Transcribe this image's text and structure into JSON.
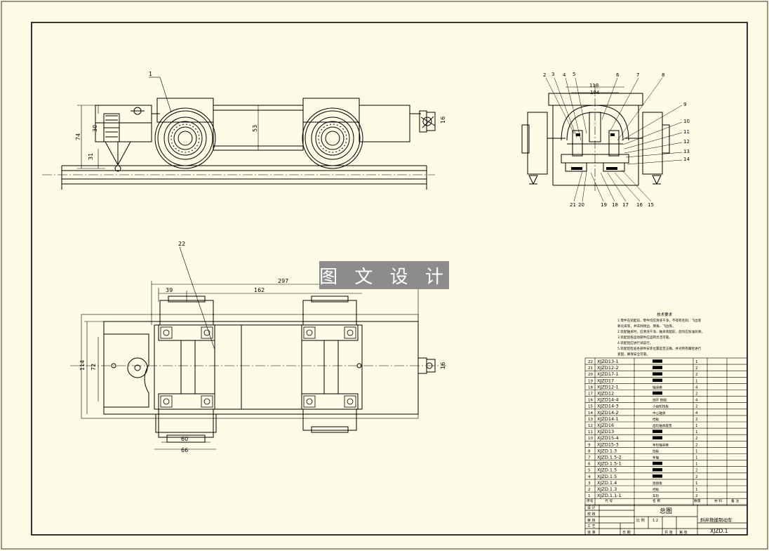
{
  "watermark": "图 文 设 计",
  "colors": {
    "background": "#fefbe6",
    "line": "#000000",
    "watermark_bg": "#8c8c8c"
  },
  "side_view": {
    "callout_1": "1",
    "dims": {
      "d74": "74",
      "d31": "31",
      "d30": "30",
      "d53": "53",
      "d16": "16"
    }
  },
  "end_view": {
    "callouts_top": [
      "2",
      "3",
      "4",
      "5",
      "6",
      "7",
      "8"
    ],
    "callouts_right": [
      "9",
      "10",
      "11",
      "12",
      "13",
      "14"
    ],
    "callouts_bottom": [
      "21",
      "20",
      "19",
      "18",
      "17",
      "16",
      "15"
    ],
    "dims": {
      "d118": "118",
      "d104": "104"
    }
  },
  "plan_view": {
    "callout_22": "22",
    "dims": {
      "d297": "297",
      "d162": "162",
      "d39": "39",
      "d114": "114",
      "d72": "72",
      "d60": "60",
      "d66": "66",
      "d16": "16"
    }
  },
  "notes": {
    "title": "技术要求",
    "lines": [
      "1.零件在装配前，零件均应清洗干净，不得有毛刺、飞边等",
      "   氧化皮等，并去除锐边、倒角、飞边等。",
      "2.装配轴承时，应清洗干净，轴承装配前、后均应加油润滑。",
      "3.装配后各运动部件应运转灵活可靠。",
      "4.装配后应进行试运行。",
      "5.装配后检查各部件安装位置是否正确，并对所有螺栓进行",
      "   紧固，确保安全可靠。"
    ]
  },
  "parts_list": {
    "rows": [
      {
        "no": "22",
        "code": "XJZD13-1",
        "name": "",
        "qty": "1"
      },
      {
        "no": "21",
        "code": "XJZD12-2",
        "name": "",
        "qty": "2"
      },
      {
        "no": "20",
        "code": "XJZD17-1",
        "name": "",
        "qty": "2"
      },
      {
        "no": "19",
        "code": "XJZD17",
        "name": "",
        "qty": "1"
      },
      {
        "no": "18",
        "code": "XJZD12-1",
        "name": "轴承座",
        "qty": "4"
      },
      {
        "no": "17",
        "code": "XJZD12",
        "name": "",
        "qty": "2"
      },
      {
        "no": "16",
        "code": "XJZD14-4",
        "name": "挡环 垫圈",
        "qty": "4"
      },
      {
        "no": "15",
        "code": "XJZD14-3",
        "name": "小齿轮挡板",
        "qty": "2"
      },
      {
        "no": "14",
        "code": "XJZD14-2",
        "name": "中心轴承",
        "qty": "4"
      },
      {
        "no": "13",
        "code": "XJZD14-1",
        "name": "挡板",
        "qty": "2"
      },
      {
        "no": "12",
        "code": "XJZD16",
        "name": "齿轮轴承座垫",
        "qty": "1"
      },
      {
        "no": "11",
        "code": "XJZD13",
        "name": "",
        "qty": "1"
      },
      {
        "no": "10",
        "code": "XJZD15-4",
        "name": "",
        "qty": "2"
      },
      {
        "no": "9",
        "code": "XJZD15-3",
        "name": "车轮轴承座",
        "qty": "2"
      },
      {
        "no": "8",
        "code": "XJZD.1.3",
        "name": "挡板",
        "qty": "1"
      },
      {
        "no": "7",
        "code": "XJZD.1.5-2",
        "name": "车轴",
        "qty": "1"
      },
      {
        "no": "6",
        "code": "XJZD.1.5-1",
        "name": "",
        "qty": "1"
      },
      {
        "no": "5",
        "code": "XJZD.1.5",
        "name": "",
        "qty": "2"
      },
      {
        "no": "4",
        "code": "XJZD.1.5",
        "name": "",
        "qty": "2"
      },
      {
        "no": "3",
        "code": "XJZD.1.4",
        "name": "连接板",
        "qty": "1"
      },
      {
        "no": "2",
        "code": "XJZD.1.3",
        "name": "挡板",
        "qty": "1"
      },
      {
        "no": "1",
        "code": "XJZD.1.1-1",
        "name": "车轮",
        "qty": "2"
      }
    ],
    "filled_marks": [
      "22",
      "21",
      "20",
      "19",
      "17",
      "11",
      "10",
      "6",
      "5",
      "4"
    ],
    "header": {
      "no": "序号",
      "code": "代 号",
      "name": "名 称",
      "qty": "数量",
      "material": "材 料",
      "remark": "备 注"
    }
  },
  "title_block": {
    "assembly": "总图",
    "drawing_name": "斜井救援制动车",
    "drawing_no": "XJZD.1",
    "left_labels": [
      "设 计",
      "校 核",
      "审 核",
      "工 艺",
      "批 准"
    ],
    "scale_label": "比 例",
    "scale": "1:2",
    "bottom_labels": [
      "日 期",
      "共 张",
      "第 张"
    ]
  }
}
